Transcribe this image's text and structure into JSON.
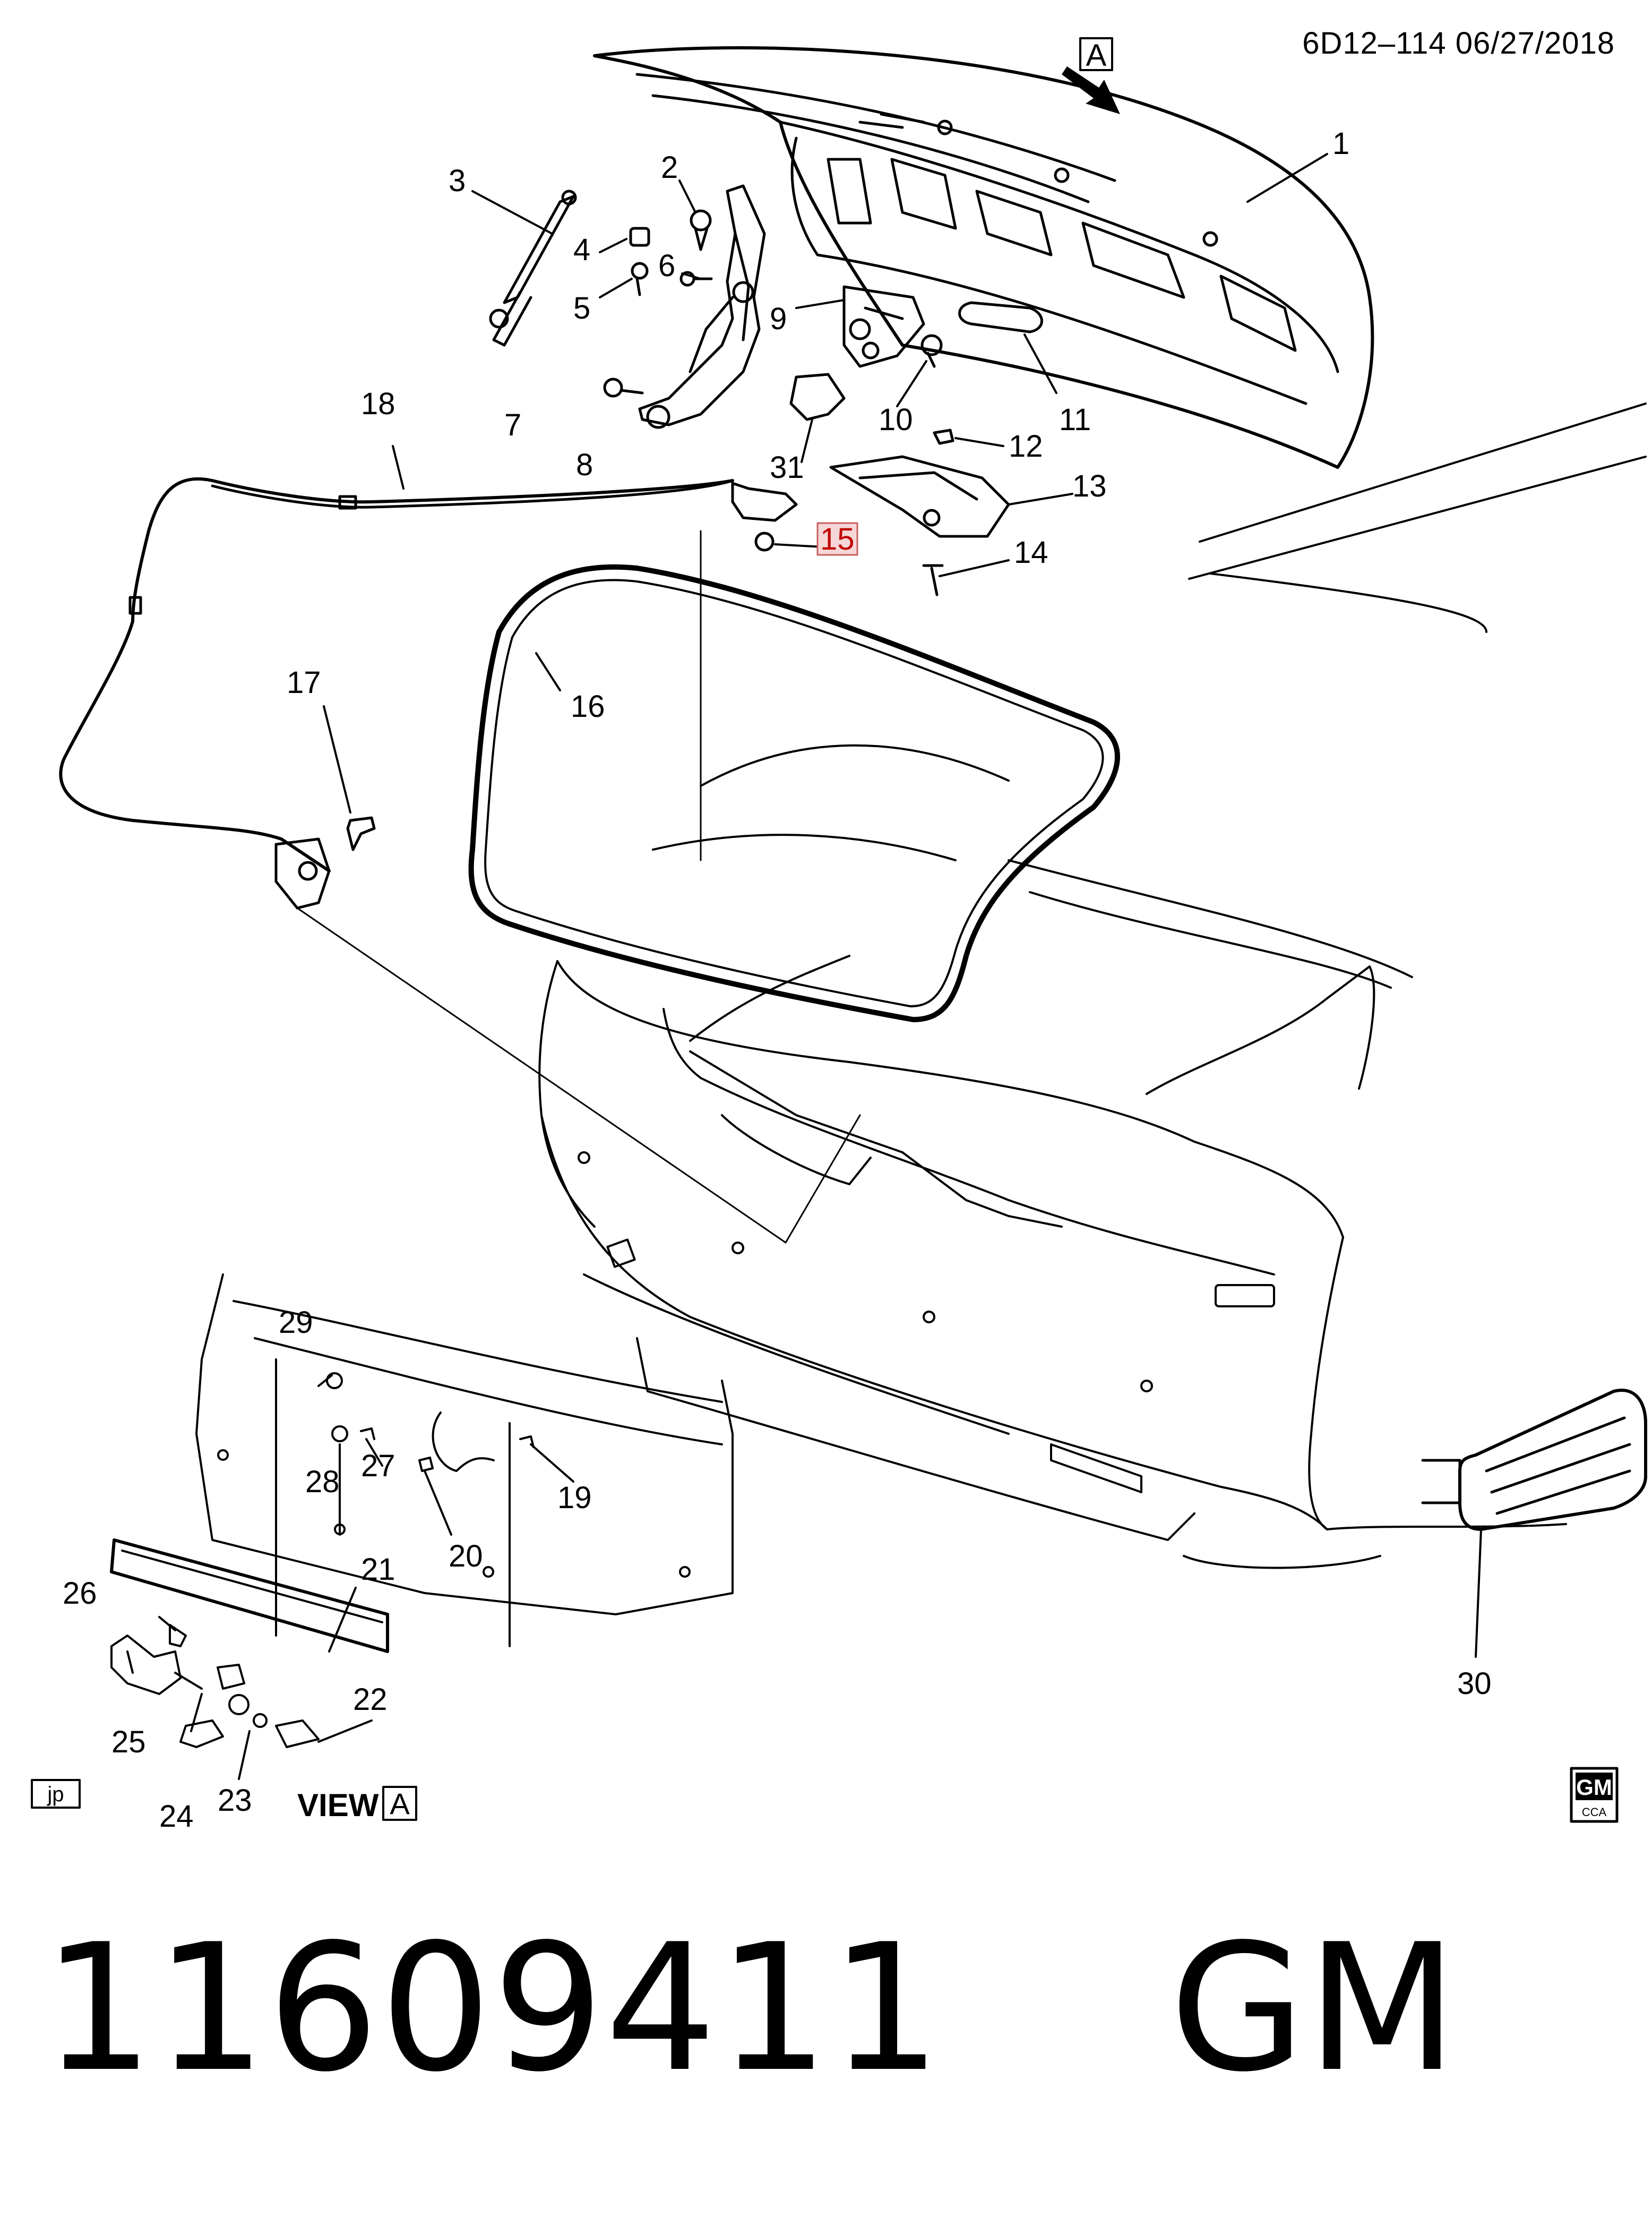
{
  "header": {
    "illustration_code": "6D12–114  06/27/2018"
  },
  "view_marker": {
    "letter": "A"
  },
  "callouts": [
    "1",
    "2",
    "3",
    "4",
    "5",
    "6",
    "7",
    "8",
    "9",
    "10",
    "11",
    "12",
    "13",
    "14",
    "15",
    "16",
    "17",
    "18",
    "19",
    "20",
    "21",
    "22",
    "23",
    "24",
    "25",
    "26",
    "27",
    "28",
    "29",
    "30",
    "31"
  ],
  "highlighted_callout": "15",
  "view_label": {
    "text": "VIEW",
    "letter": "A"
  },
  "corner_tag": "jp",
  "logo": {
    "top": "GM",
    "bottom": "CCA"
  },
  "footer": {
    "part_number": "11609411",
    "brand": "GM"
  }
}
